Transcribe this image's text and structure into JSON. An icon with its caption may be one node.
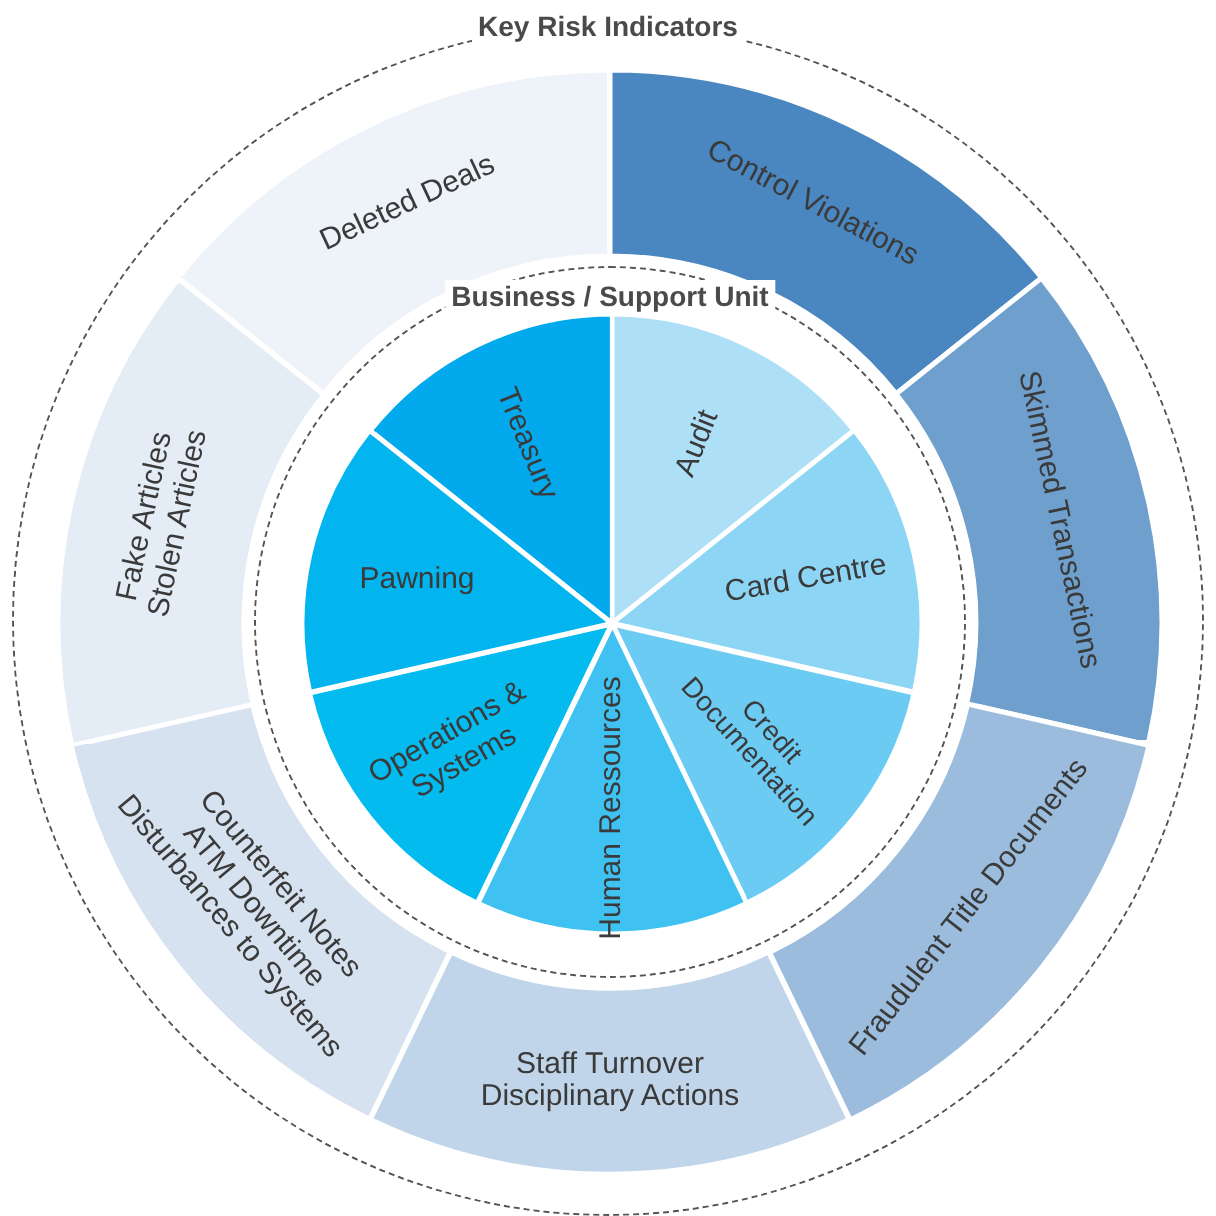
{
  "diagram": {
    "nodes": [
      {
        "text": [
          "Key Risk Indicators"
        ]
      },
      {
        "text": [
          "Deleted Deals"
        ],
        "in": 0
      },
      {
        "text": [
          "Control Violations"
        ],
        "in": 0
      },
      {
        "text": [
          "Skimmed Transactions"
        ],
        "in": 0
      },
      {
        "text": [
          "Fraudulent Title Documents"
        ],
        "in": 0
      },
      {
        "text": [
          "Staff Turnover",
          "Disciplinary Actions"
        ],
        "in": 0
      },
      {
        "text": [
          "Counterfeit Notes",
          "ATM Downtime",
          "Disturbances to Systems"
        ],
        "in": 0
      },
      {
        "text": [
          "Fake Articles",
          "Stolen Articles"
        ],
        "in": 0
      },
      {
        "text": [
          "Business / Support Unit"
        ],
        "in": 0
      },
      {
        "text": [
          "Treasury"
        ],
        "in": 8
      },
      {
        "text": [
          "Audit"
        ],
        "in": 8
      },
      {
        "text": [
          "Card Centre"
        ],
        "in": 8
      },
      {
        "text": [
          "Credit Documentation"
        ],
        "in": 8
      },
      {
        "text": [
          "Human Ressources"
        ],
        "in": 8
      },
      {
        "text": [
          "Operations & Systems"
        ],
        "in": 8
      },
      {
        "text": [
          "Pawning"
        ],
        "in": 8
      }
    ],
    "edges": []
  }
}
